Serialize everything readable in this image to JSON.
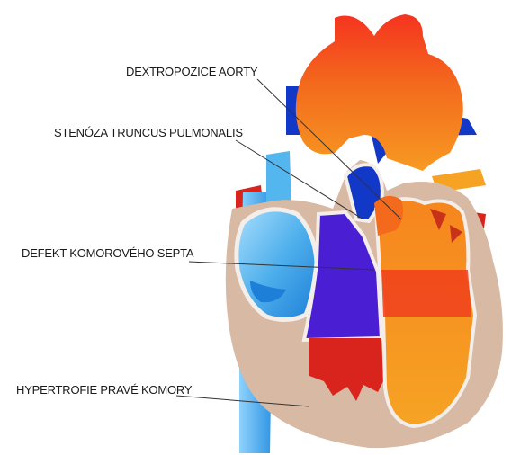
{
  "labels": {
    "dextroposition": "DEXTROPOZICE AORTY",
    "stenosis": "STENÓZA TRUNCUS PULMONALIS",
    "septal_defect": "DEFEKT KOMOROVÉHO SEPTA",
    "hypertrophy": "HYPERTROFIE PRAVÉ KOMORY"
  },
  "colors": {
    "aorta_orange": "#f26a1b",
    "deep_red": "#d8241c",
    "vessel_blue": "#1238c8",
    "light_blue": "#4fb0ec",
    "mixed_purple": "#4a1ed2",
    "muscle_tan": "#d8b9a3",
    "left_ventricle_orange": "#f58a1f"
  }
}
